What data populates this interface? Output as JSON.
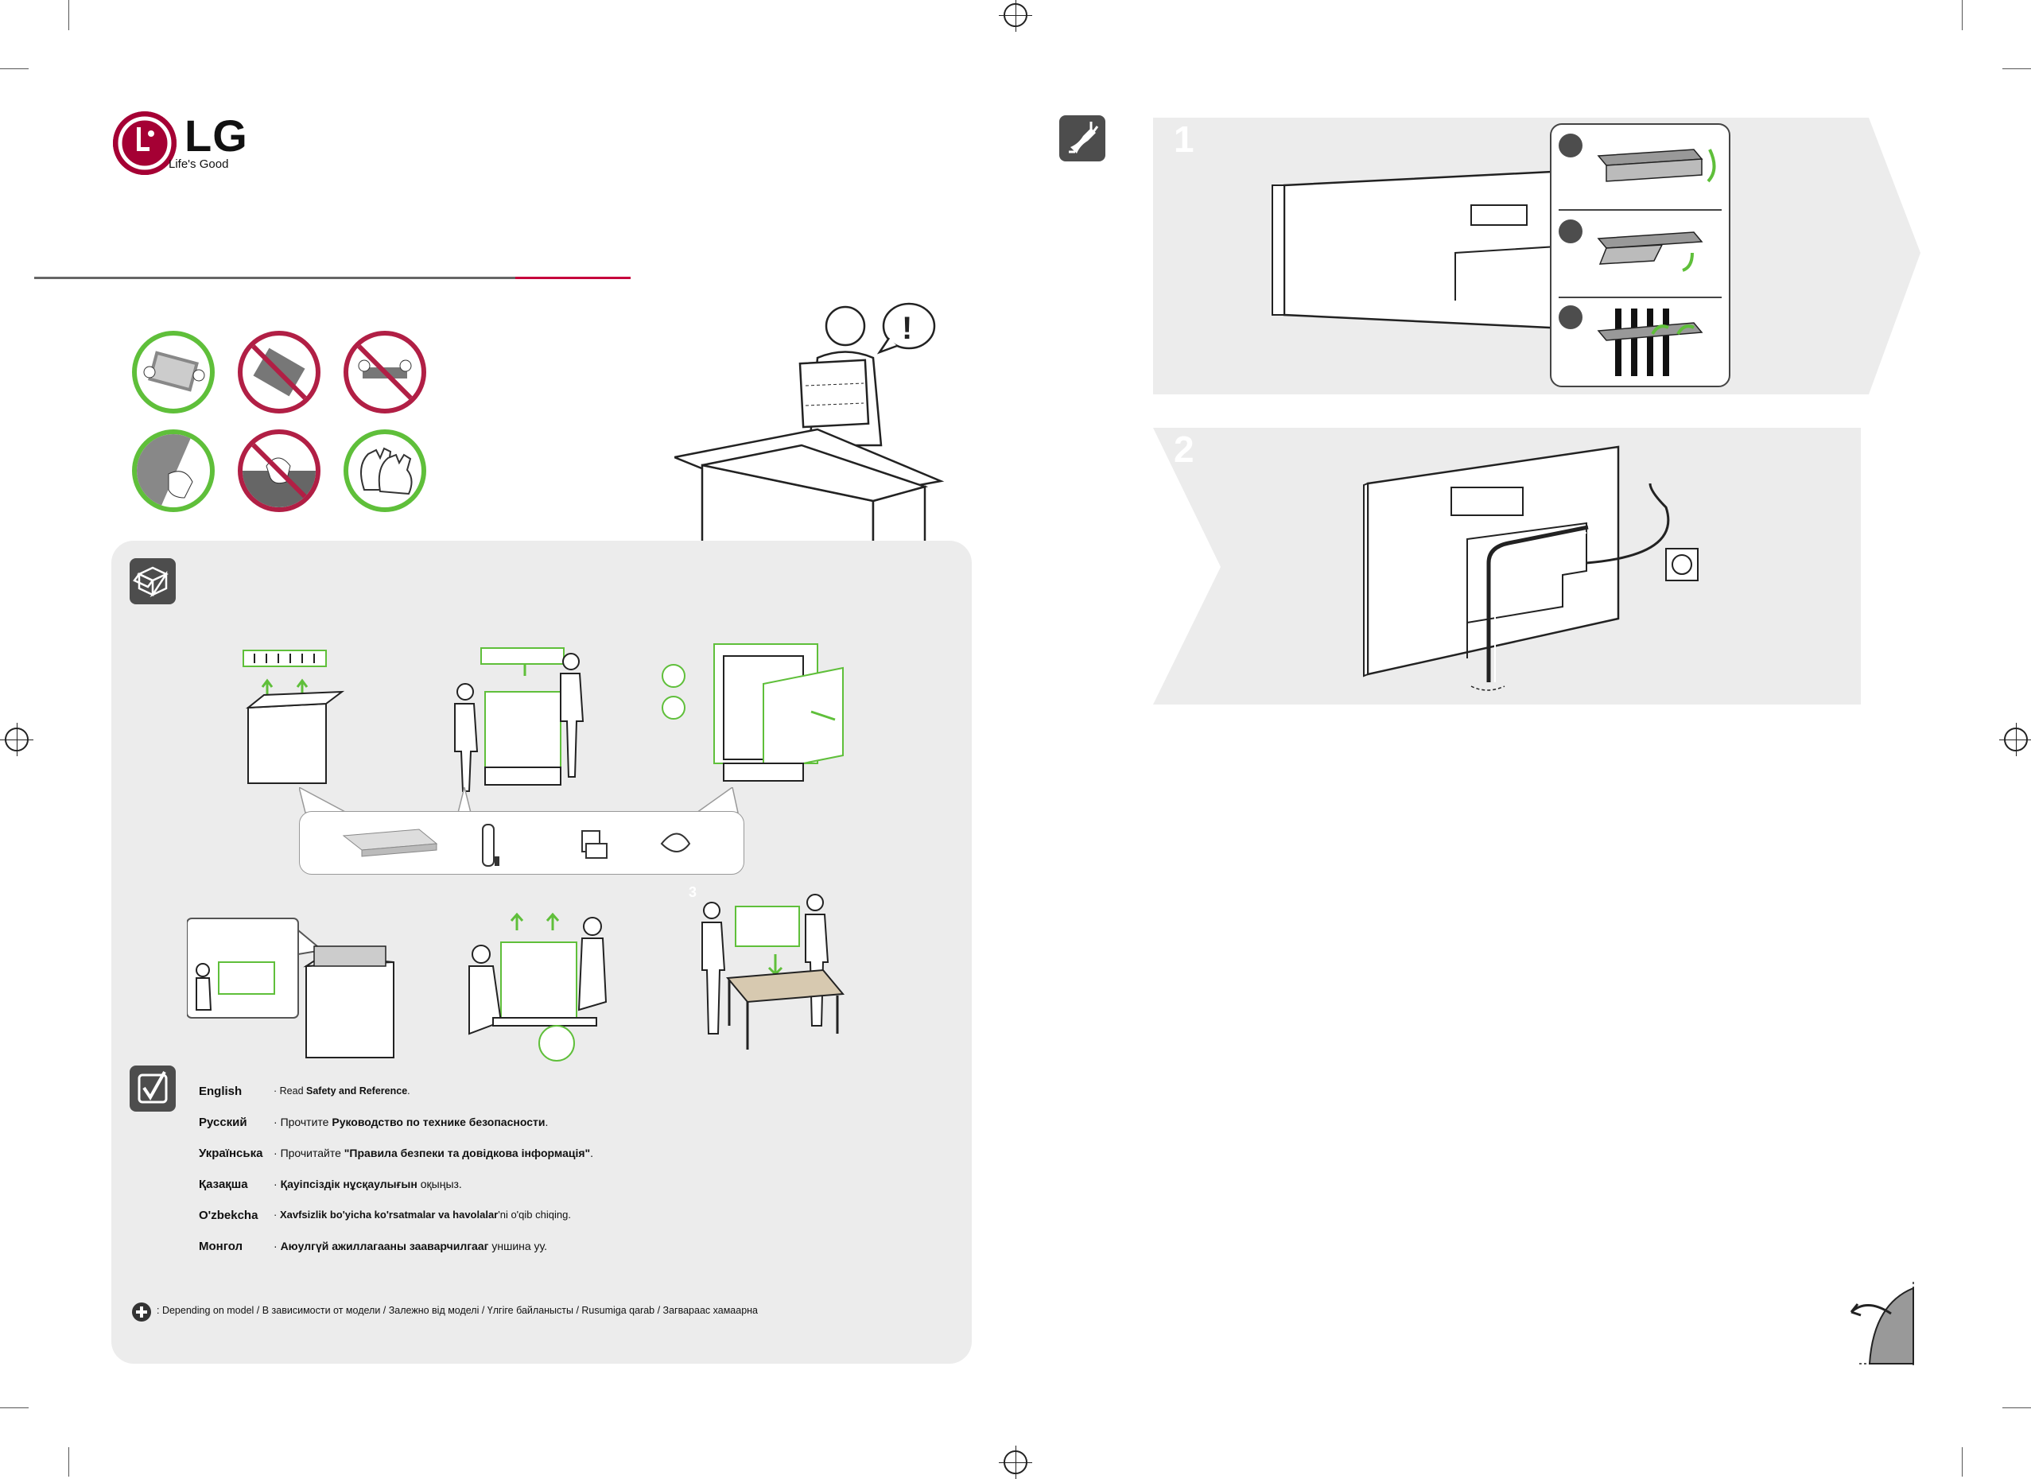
{
  "brand": {
    "logo_text": "LG",
    "tagline": "Life's Good",
    "accent_red": "#a50034",
    "accent_green": "#5fbf3a",
    "dark_icon": "#4d4d4d"
  },
  "steps": {
    "step1": "1",
    "step2": "2",
    "step3": "3"
  },
  "safety": {
    "languages": [
      {
        "name": "English",
        "pre": "Read ",
        "bold": "Safety and Reference",
        "post": "."
      },
      {
        "name": "Русский",
        "pre": "Прочтите ",
        "bold": "Руководство по технике безопасности",
        "post": "."
      },
      {
        "name": "Українська",
        "pre": "Прочитайте ",
        "bold": "\"Правила безпеки та довідкова інформація\"",
        "post": "."
      },
      {
        "name": "Қазақша",
        "pre": "",
        "bold": "Қауіпсіздік нұсқаулығын",
        "post": " оқыңыз."
      },
      {
        "name": "O'zbekcha",
        "pre": "",
        "bold": "Xavfsizlik bo'yicha ko'rsatmalar va havolalar",
        "post": "'ni  o'qib chiqing."
      },
      {
        "name": "Монгол",
        "pre": "",
        "bold": "Аюулгүй ажиллагааны зааварчилгааг",
        "post": " уншина уу."
      }
    ],
    "bullet": "·"
  },
  "note": {
    "text": ": Depending on model / В зависимости от модели / Залежно від моделі / Үлгіге байланысты / Rusumiga qarab / Загвараас хамаарна"
  },
  "alert": "!"
}
